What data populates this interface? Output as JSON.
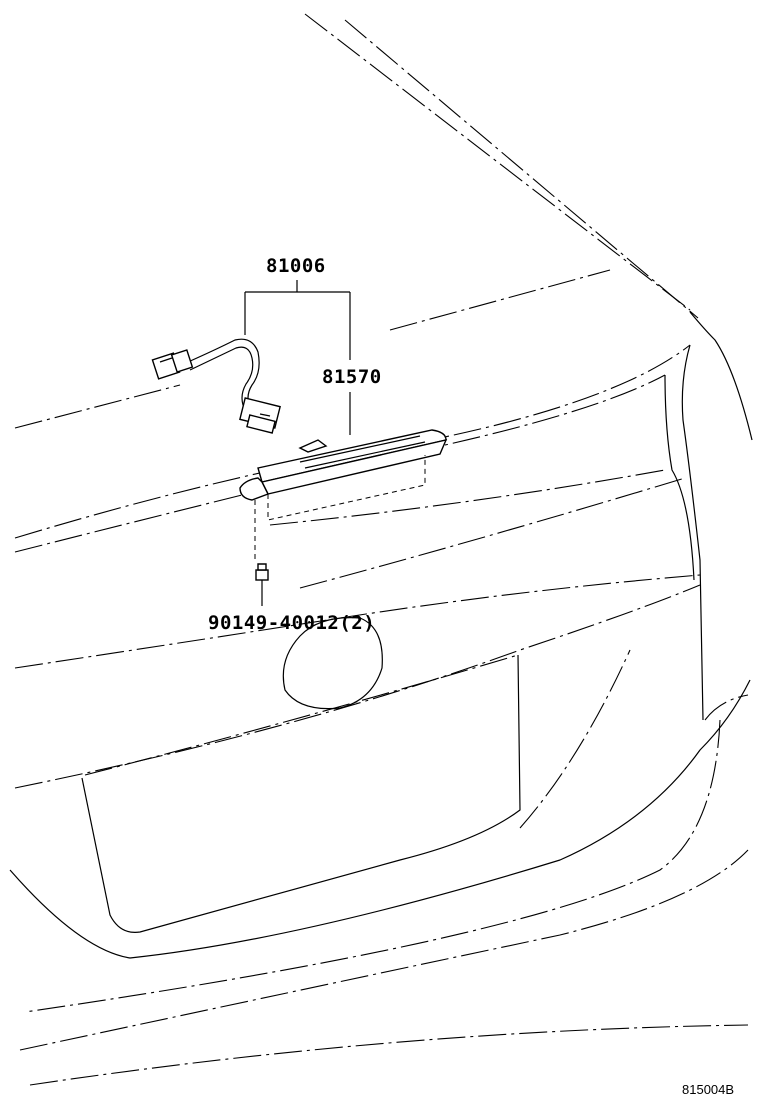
{
  "diagram": {
    "callouts": {
      "assembly": "81006",
      "lamp": "81570",
      "screw": "90149-40012(2)"
    },
    "reference_code": "815004B"
  }
}
